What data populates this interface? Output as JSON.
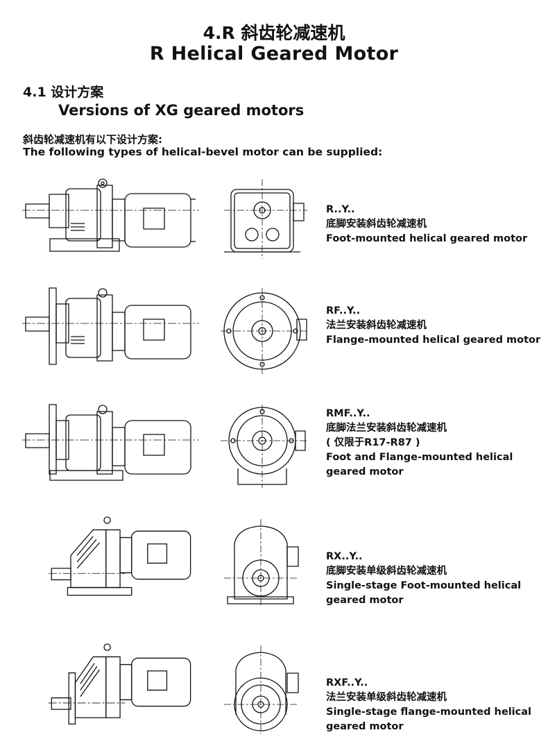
{
  "header": {
    "title_cn": "4.R 斜齿轮减速机",
    "title_en": "R Helical Geared Motor"
  },
  "section": {
    "title_cn": "4.1 设计方案",
    "title_en": "Versions of XG geared motors",
    "intro_cn": "斜齿轮减速机有以下设计方案:",
    "intro_en": "The following types of helical-bevel motor can be supplied:"
  },
  "versions": [
    {
      "code": "R..Y..",
      "name_cn": "底脚安装斜齿轮减速机",
      "name_en": [
        "Foot-mounted helical geared motor"
      ]
    },
    {
      "code": "RF..Y..",
      "name_cn": "法兰安装斜齿轮减速机",
      "name_en": [
        "Flange-mounted helical geared motor"
      ]
    },
    {
      "code": "RMF..Y..",
      "name_cn": "底脚法兰安装斜齿轮减速机",
      "note_cn": "( 仅限于R17-R87 )",
      "name_en": [
        "Foot and Flange-mounted helical",
        "geared motor"
      ]
    },
    {
      "code": "RX..Y..",
      "name_cn": "底脚安装单级斜齿轮减速机",
      "name_en": [
        "Single-stage Foot-mounted helical",
        "geared motor"
      ]
    },
    {
      "code": "RXF..Y..",
      "name_cn": "法兰安装单级斜齿轮减速机",
      "name_en": [
        "Single-stage flange-mounted helical",
        "geared motor"
      ]
    }
  ]
}
